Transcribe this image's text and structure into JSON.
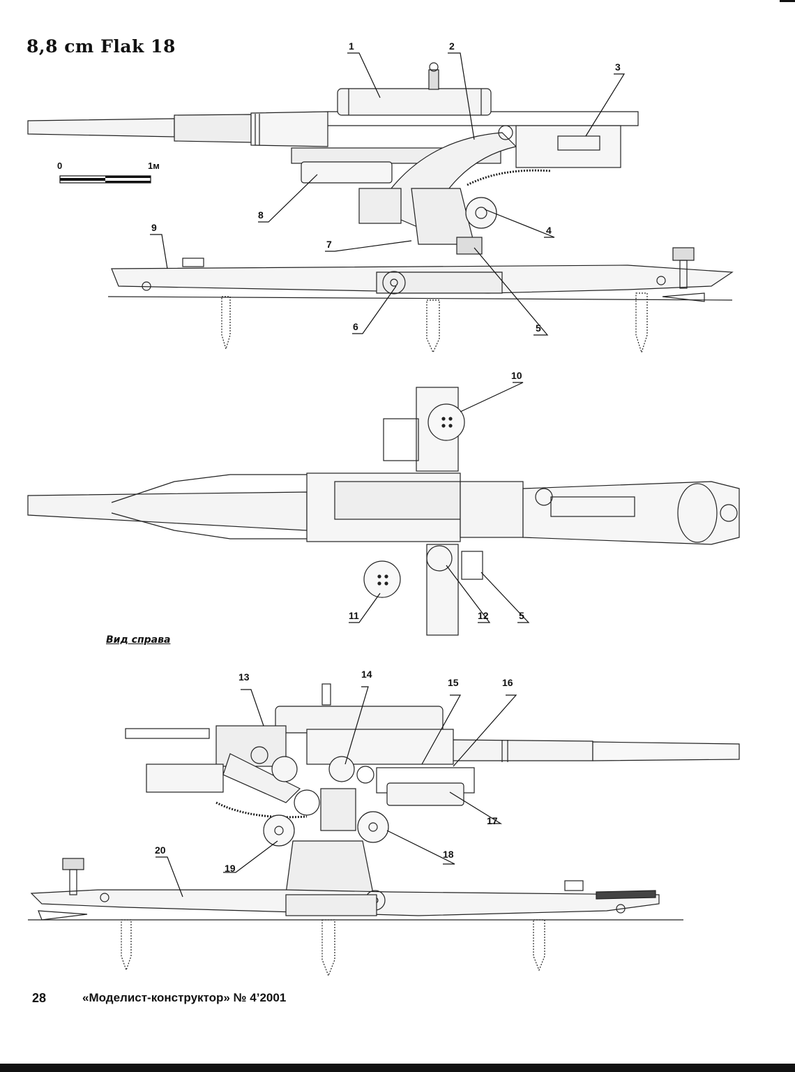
{
  "page_title": "8,8 cm Flak 18",
  "scale_bar": {
    "start_label": "0",
    "end_label": "1м"
  },
  "right_view_caption": "Вид справа",
  "callouts": {
    "side_view": [
      "1",
      "2",
      "3",
      "4",
      "5",
      "6",
      "7",
      "8",
      "9"
    ],
    "top_view": [
      "10",
      "11",
      "12",
      "5"
    ],
    "right_view": [
      "13",
      "14",
      "15",
      "16",
      "17",
      "18",
      "19",
      "20"
    ]
  },
  "footer": {
    "page_number": "28",
    "magazine": "«Моделист-конструктор» № 4’2001"
  }
}
